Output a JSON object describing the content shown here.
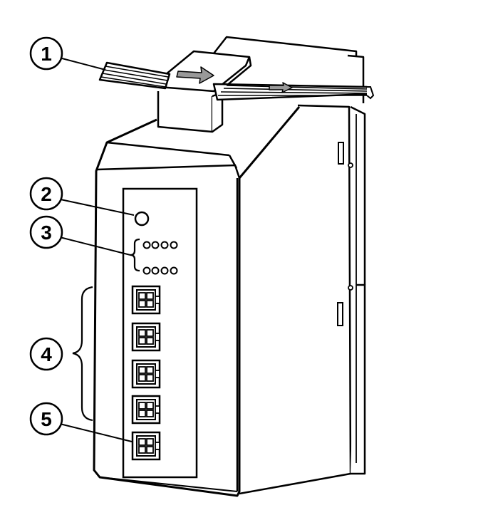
{
  "callouts": [
    {
      "number": "1",
      "target": "ribbon-cable"
    },
    {
      "number": "2",
      "target": "round-button"
    },
    {
      "number": "3",
      "target": "led-rows"
    },
    {
      "number": "4",
      "target": "connector-group"
    },
    {
      "number": "5",
      "target": "bottom-connector"
    }
  ],
  "colors": {
    "stroke": "#000000",
    "body_fill": "#ffffff",
    "arrow_fill": "#999999"
  }
}
